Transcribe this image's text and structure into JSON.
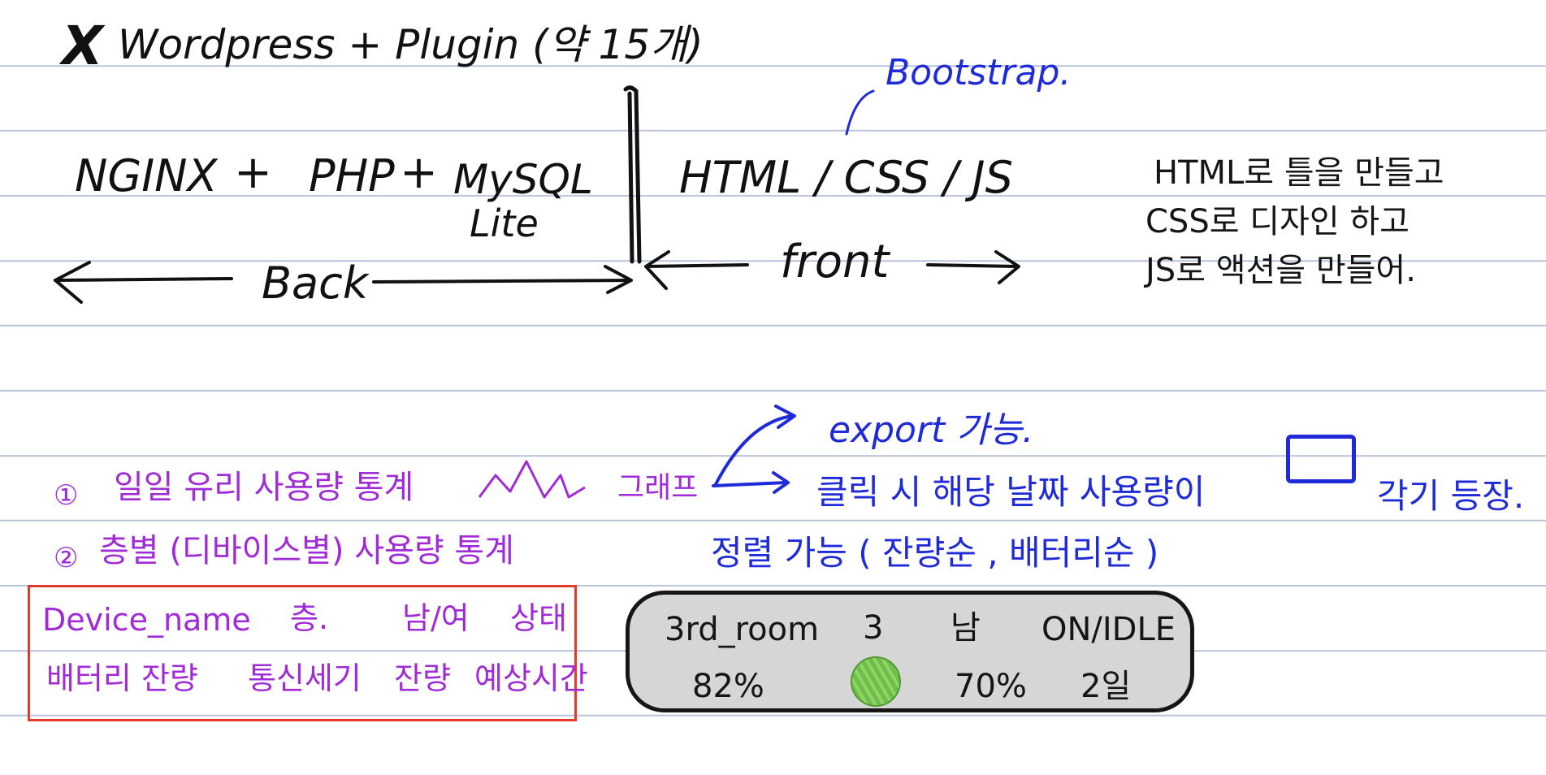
{
  "title_mark": "X",
  "title": "Wordpress + Plugin (약 15개)",
  "annotation_bootstrap": "Bootstrap.",
  "backend_stack": {
    "nginx": "NGINX",
    "plus1": "+",
    "php": "PHP",
    "plus2": "+",
    "mysql": "MySQL",
    "mysql_sub": "Lite"
  },
  "frontend_stack": "HTML / CSS / JS",
  "back_label": "Back",
  "front_label": "front",
  "notes": [
    "HTML로 틀을 만들고",
    "CSS로 디자인 하고",
    "JS로 액션을 만들어."
  ],
  "items": {
    "item1_num": "①",
    "item1": "일일 유리 사용량 통계",
    "item1_graph": "그래프",
    "item2_num": "②",
    "item2": "층별 (디바이스별) 사용량 통계"
  },
  "export_text": "export 가능.",
  "click_text": "클릭 시 해당 날짜 사용량이",
  "card_text": "각기 등장.",
  "sort_text": "정렬 가능 ( 잔량순 , 배터리순 )",
  "device_fields": {
    "row1": [
      "Device_name",
      "층.",
      "남/여",
      "상태"
    ],
    "row2": [
      "배터리 잔량",
      "통신세기",
      "잔량",
      "예상시간"
    ]
  },
  "device_example": {
    "row1": [
      "3rd_room",
      "3",
      "남",
      "ON/IDLE"
    ],
    "row2": [
      "82%",
      "70%",
      "2일"
    ]
  },
  "colors": {
    "black_ink": "#111111",
    "blue_ink": "#1f2ad8",
    "purple_ink": "#a12bd6",
    "red_box": "#e23b2b",
    "pill_fill": "#d6d6d6",
    "signal_green": "#6fbd4a",
    "ruled_line": "#b9c3d8"
  }
}
